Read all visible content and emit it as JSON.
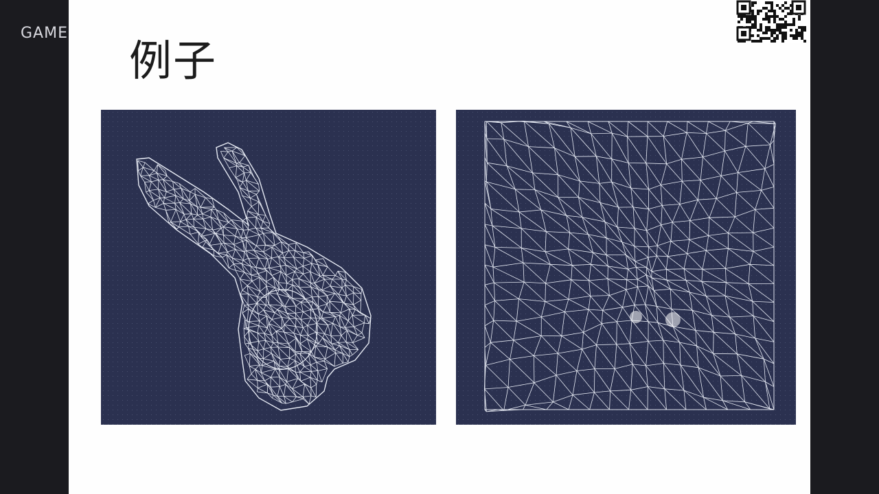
{
  "watermark": {
    "brand": "GAME"
  },
  "slide": {
    "title": "例子"
  },
  "panels": {
    "left": {
      "name": "bunny-wireframe-mesh"
    },
    "right": {
      "name": "parameterized-flat-mesh"
    }
  },
  "colors": {
    "panel_bg": "#2b3150",
    "mesh_line": "#e8ecf5",
    "slide_bg": "#fefefe"
  }
}
